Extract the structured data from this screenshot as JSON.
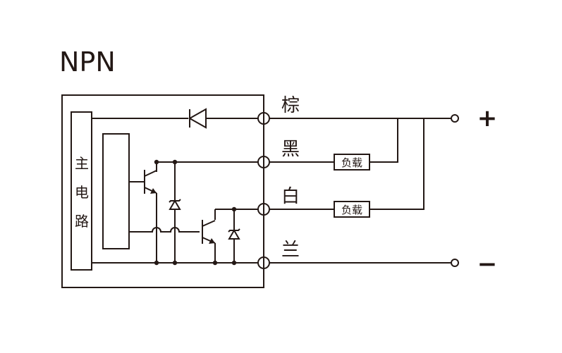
{
  "title": "NPN",
  "main_circuit_label": [
    "主",
    "电",
    "路"
  ],
  "wires": {
    "brown": "棕",
    "black": "黑",
    "white": "白",
    "blue": "兰"
  },
  "load_label": "负载",
  "terminals": {
    "positive": "+",
    "negative": "−"
  },
  "colors": {
    "line": "#231815",
    "background": "#ffffff"
  }
}
